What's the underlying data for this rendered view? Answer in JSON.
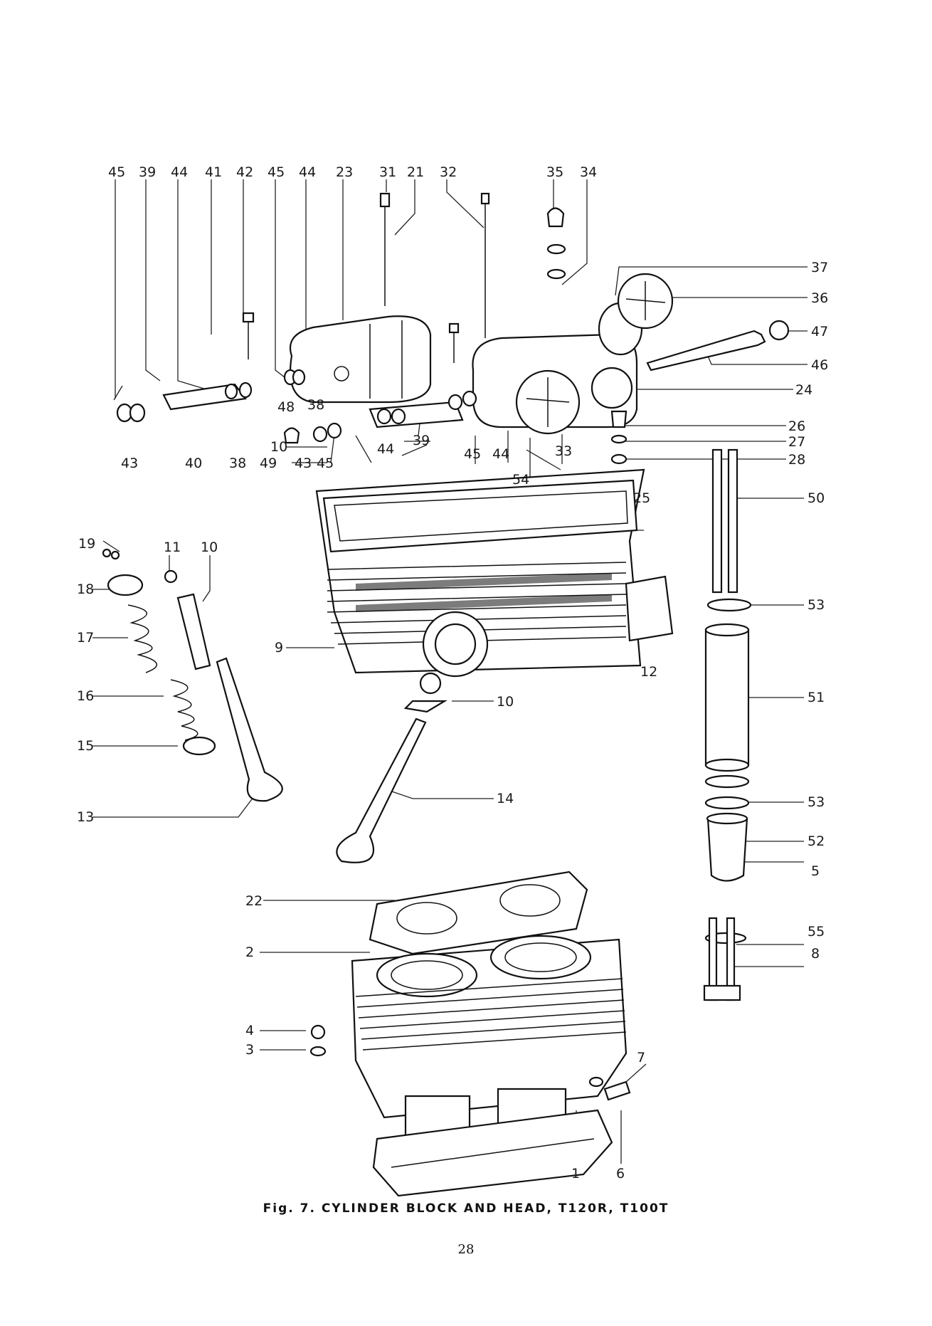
{
  "figure": {
    "caption": "Fig. 7.  CYLINDER BLOCK AND HEAD, T120R, T100T",
    "page_number": "28"
  },
  "callouts": [
    "45",
    "39",
    "44",
    "41",
    "42",
    "45",
    "44",
    "23",
    "31",
    "21",
    "32",
    "35",
    "34",
    "37",
    "36",
    "47",
    "46",
    "24",
    "26",
    "27",
    "28",
    "43",
    "40",
    "38",
    "49",
    "43",
    "45",
    "48",
    "38",
    "44",
    "39",
    "45",
    "44",
    "33",
    "54",
    "25",
    "50",
    "53",
    "51",
    "53",
    "52",
    "5",
    "55",
    "8",
    "19",
    "11",
    "10",
    "18",
    "17",
    "16",
    "15",
    "13",
    "10",
    "9",
    "12",
    "10",
    "14",
    "22",
    "2",
    "4",
    "3",
    "7",
    "1",
    "6"
  ]
}
